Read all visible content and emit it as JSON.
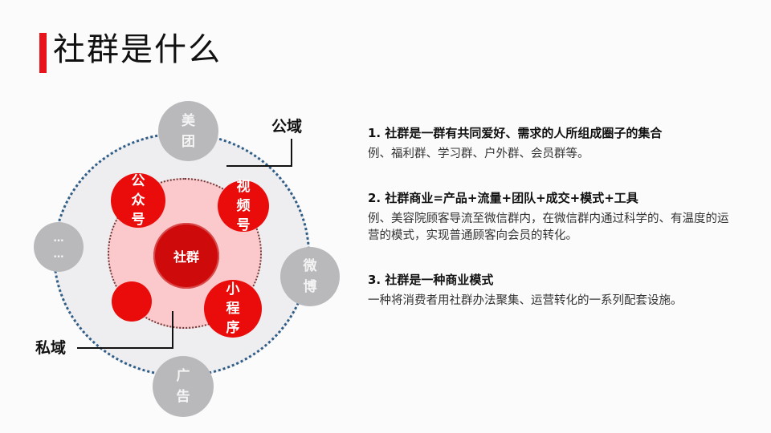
{
  "header": {
    "title": "社群是什么",
    "accent_color": "#e8141b"
  },
  "diagram": {
    "labels": {
      "public_domain": "公域",
      "private_domain": "私域"
    },
    "core": "社群",
    "private_nodes": [
      {
        "label": "公\n众\n号"
      },
      {
        "label": "视\n频\n号"
      },
      {
        "label": "小\n程\n序"
      },
      {
        "label": ""
      }
    ],
    "public_nodes": [
      {
        "label": "美\n团"
      },
      {
        "label": "…\n…"
      },
      {
        "label": "微\n博"
      },
      {
        "label": "广\n告"
      }
    ],
    "colors": {
      "core": "#cf0a0a",
      "private_node": "#ea0b0b",
      "private_area": "#fbc9cb",
      "public_area": "#eeeef1",
      "public_node": "#b9b9bb",
      "outer_border": "#2f5d85"
    }
  },
  "sections": [
    {
      "title": "1. 社群是一群有共同爱好、需求的人所组成圈子的集合",
      "body": "例、福利群、学习群、户外群、会员群等。"
    },
    {
      "title": "2. 社群商业=产品+流量+团队+成交+模式+工具",
      "body": "例、美容院顾客导流至微信群内，在微信群内通过科学的、有温度的运营的模式，实现普通顾客向会员的转化。"
    },
    {
      "title": "3. 社群是一种商业模式",
      "body": "一种将消费者用社群办法聚集、运营转化的一系列配套设施。"
    }
  ]
}
